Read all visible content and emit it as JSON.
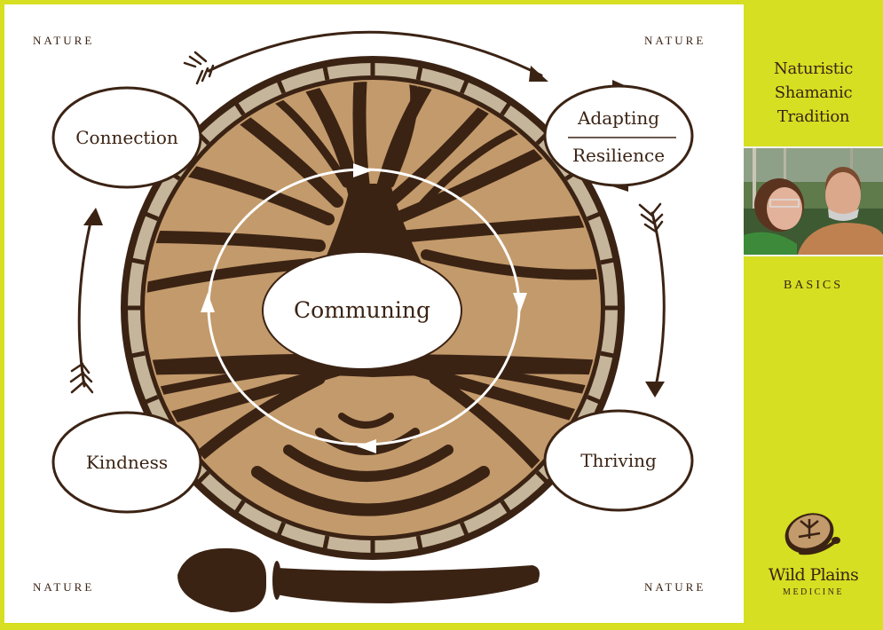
{
  "corners": {
    "top_left": "NATURE",
    "top_right": "NATURE",
    "bottom_left": "NATURE",
    "bottom_right": "NATURE"
  },
  "diagram": {
    "center": "Communing",
    "nodes": {
      "top_left": "Connection",
      "top_right_upper": "Adapting",
      "top_right_lower": "Resilience",
      "bottom_left": "Kindness",
      "bottom_right": "Thriving"
    },
    "colors": {
      "dark_brown": "#3b2314",
      "drum_tan": "#c39a6b",
      "rim_beige": "#c5b59a",
      "lime": "#d6df22"
    }
  },
  "sidebar": {
    "title_lines": [
      "Naturistic",
      "Shamanic",
      "Tradition"
    ],
    "photo_alt": "photo-of-couple-in-forest",
    "section_label": "BASICS",
    "logo_name": "Wild Plains",
    "logo_sub": "MEDICINE"
  }
}
